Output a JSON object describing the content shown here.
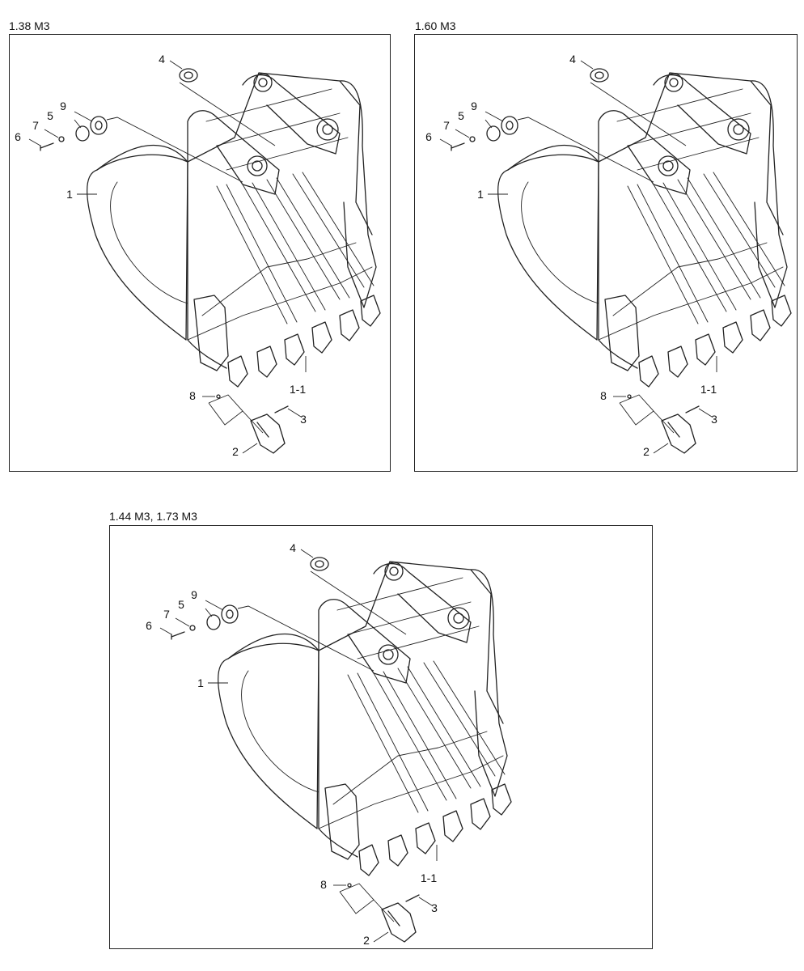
{
  "panels": [
    {
      "title": "1.38 M3",
      "callouts": [
        {
          "label": "1"
        },
        {
          "label": "1-1"
        },
        {
          "label": "2"
        },
        {
          "label": "3"
        },
        {
          "label": "4"
        },
        {
          "label": "5"
        },
        {
          "label": "6"
        },
        {
          "label": "7"
        },
        {
          "label": "8"
        },
        {
          "label": "9"
        }
      ]
    },
    {
      "title": "1.60 M3",
      "callouts": [
        {
          "label": "1"
        },
        {
          "label": "1-1"
        },
        {
          "label": "2"
        },
        {
          "label": "3"
        },
        {
          "label": "4"
        },
        {
          "label": "5"
        },
        {
          "label": "6"
        },
        {
          "label": "7"
        },
        {
          "label": "8"
        },
        {
          "label": "9"
        }
      ]
    },
    {
      "title": "1.44 M3, 1.73 M3",
      "callouts": [
        {
          "label": "1"
        },
        {
          "label": "1-1"
        },
        {
          "label": "2"
        },
        {
          "label": "3"
        },
        {
          "label": "4"
        },
        {
          "label": "5"
        },
        {
          "label": "6"
        },
        {
          "label": "7"
        },
        {
          "label": "8"
        },
        {
          "label": "9"
        }
      ]
    }
  ]
}
